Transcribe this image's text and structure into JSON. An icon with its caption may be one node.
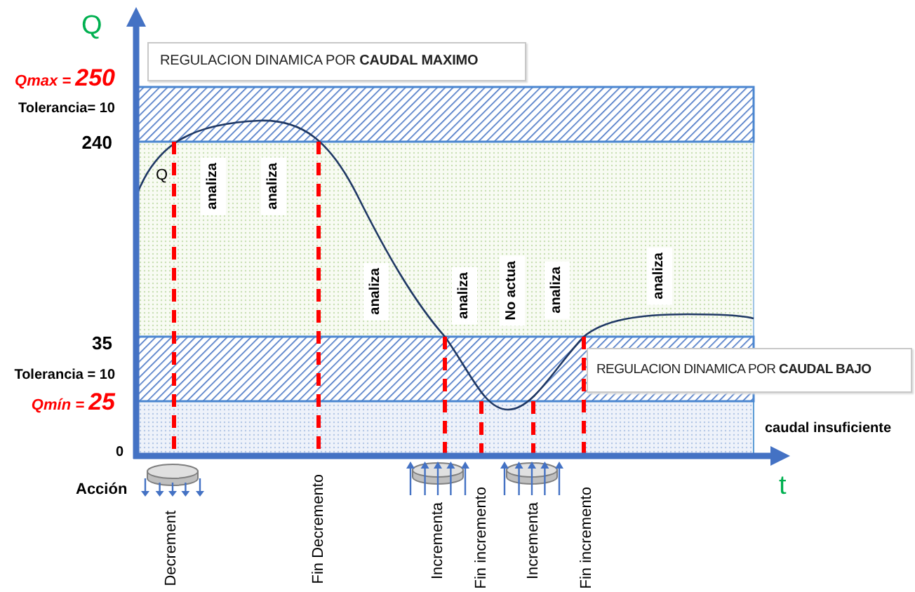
{
  "diagram": {
    "nodes": [
      {
        "text": [
          "REGULACION DINAMICA POR **CAUDAL MAXIMO**"
        ]
      },
      {
        "text": [
          "REGULACION DINAMICA POR **CAUDAL BAJO**"
        ]
      }
    ],
    "labels": [
      "Q",
      "Qmax = **250**",
      "Tolerancia= 10",
      "240",
      "Q",
      "analiza",
      "analiza",
      "analiza",
      "analiza",
      "No actua",
      "analiza",
      "analiza",
      "35",
      "Tolerancia = 10",
      "Qmín = **25**",
      "caudal insuficiente",
      "0",
      "t",
      "Acción",
      "Decrement",
      "Fin Decremento",
      "Incrementa",
      "Fin incremento",
      "Incrementa",
      "Fin incremento"
    ]
  }
}
